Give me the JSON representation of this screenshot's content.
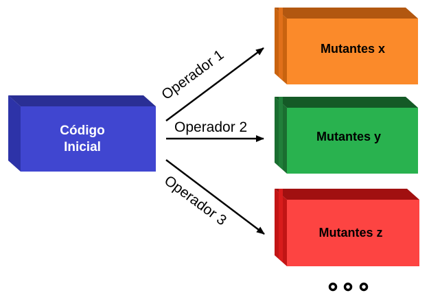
{
  "source": {
    "line1": "Código",
    "line2": "Inicial",
    "color": "#4046d0"
  },
  "targets": [
    {
      "label": "Mutantes x",
      "color": "#fb8a2a"
    },
    {
      "label": "Mutantes y",
      "color": "#29b24f"
    },
    {
      "label": "Mutantes z",
      "color": "#fd4442"
    }
  ],
  "edges": [
    {
      "label": "Operador 1",
      "from": "source",
      "to": "Mutantes x"
    },
    {
      "label": "Operador 2",
      "from": "source",
      "to": "Mutantes y"
    },
    {
      "label": "Operador 3",
      "from": "source",
      "to": "Mutantes z"
    }
  ],
  "ellipsis": "more mutants (three dots)"
}
